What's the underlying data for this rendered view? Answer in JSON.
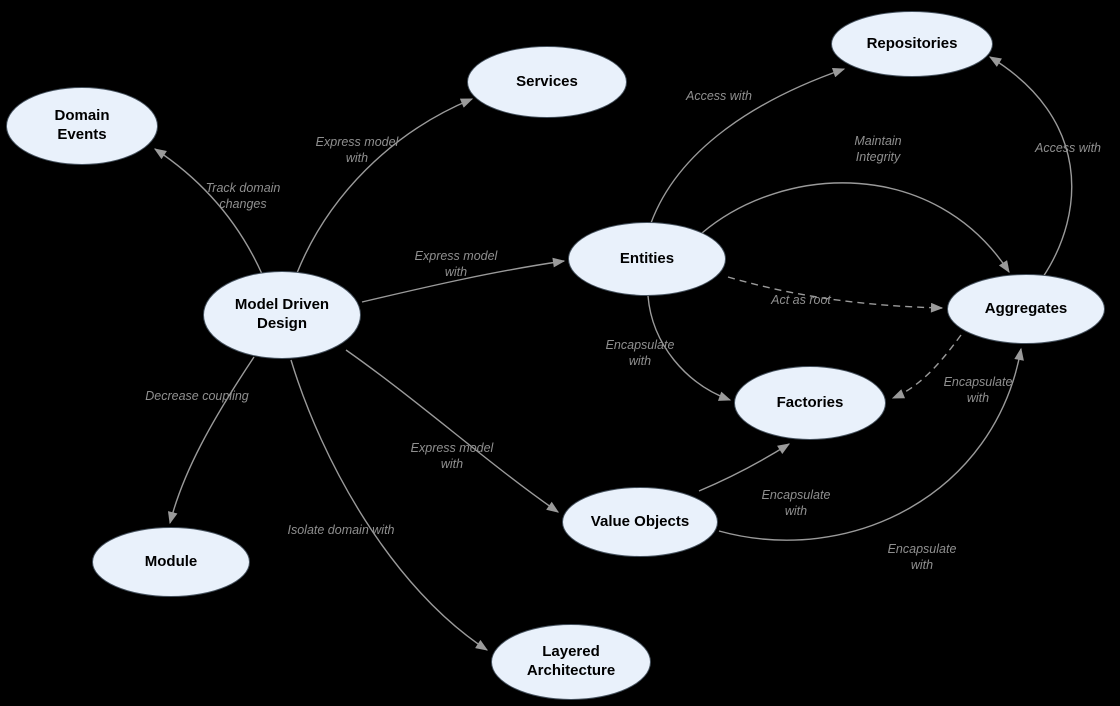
{
  "nodes": [
    {
      "id": "domain-events",
      "label": "Domain Events"
    },
    {
      "id": "services",
      "label": "Services"
    },
    {
      "id": "repositories",
      "label": "Repositories"
    },
    {
      "id": "model-driven-design",
      "label": "Model Driven Design"
    },
    {
      "id": "entities",
      "label": "Entities"
    },
    {
      "id": "aggregates",
      "label": "Aggregates"
    },
    {
      "id": "factories",
      "label": "Factories"
    },
    {
      "id": "module",
      "label": "Module"
    },
    {
      "id": "value-objects",
      "label": "Value Objects"
    },
    {
      "id": "layered-architecture",
      "label": "Layered Architecture"
    }
  ],
  "edges": [
    {
      "from": "model-driven-design",
      "to": "domain-events",
      "label": "Track domain changes",
      "style": "solid"
    },
    {
      "from": "model-driven-design",
      "to": "services",
      "label": "Express model with",
      "style": "solid"
    },
    {
      "from": "model-driven-design",
      "to": "entities",
      "label": "Express model with",
      "style": "solid"
    },
    {
      "from": "model-driven-design",
      "to": "value-objects",
      "label": "Express model with",
      "style": "solid"
    },
    {
      "from": "model-driven-design",
      "to": "module",
      "label": "Decrease coupling",
      "style": "solid"
    },
    {
      "from": "model-driven-design",
      "to": "layered-architecture",
      "label": "Isolate domain with",
      "style": "solid"
    },
    {
      "from": "entities",
      "to": "repositories",
      "label": "Access with",
      "style": "solid"
    },
    {
      "from": "entities",
      "to": "aggregates",
      "label": "Maintain Integrity",
      "style": "solid"
    },
    {
      "from": "entities",
      "to": "aggregates",
      "label": "Act as root",
      "style": "dashed"
    },
    {
      "from": "entities",
      "to": "factories",
      "label": "Encapsulate with",
      "style": "solid"
    },
    {
      "from": "value-objects",
      "to": "factories",
      "label": "Encapsulate with",
      "style": "solid"
    },
    {
      "from": "value-objects",
      "to": "aggregates",
      "label": "Encapsulate with",
      "style": "solid"
    },
    {
      "from": "aggregates",
      "to": "repositories",
      "label": "Access with",
      "style": "solid"
    },
    {
      "from": "aggregates",
      "to": "factories",
      "label": "Encapsulate with",
      "style": "dashed"
    }
  ],
  "colors": {
    "background": "#000000",
    "node_fill": "#e9f1fb",
    "node_border": "#46525e",
    "node_text": "#000000",
    "edge_color": "#9a9a9a",
    "edge_label_color": "#8f8f8f"
  }
}
